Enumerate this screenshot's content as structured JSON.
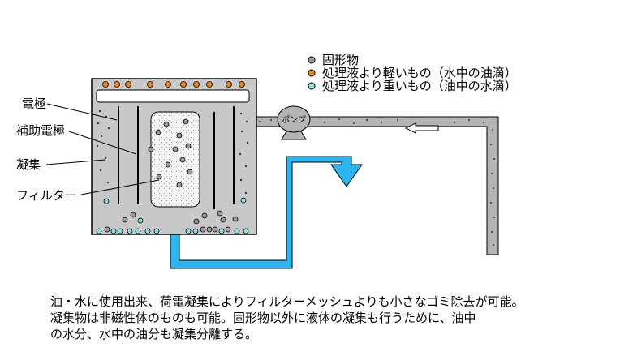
{
  "legend": {
    "items": [
      {
        "label": "固形物",
        "color": "#9a9a9a"
      },
      {
        "label": "処理液より軽いもの（水中の油滴）",
        "color": "#e8891a"
      },
      {
        "label": "処理液より重いもの（油中の水滴）",
        "color": "#8de0e0"
      }
    ]
  },
  "labels": {
    "electrode": "電極",
    "aux_electrode": "補助電極",
    "coagulation": "凝集",
    "filter": "フィルター",
    "pump": "ポンプ"
  },
  "caption": {
    "lines": [
      "油・水に使用出来、荷電凝集によりフィルターメッシュよりも小さなゴミ除去が可能。",
      "凝集物は非磁性体のものも可能。固形物以外に液体の凝集も行うために、油中",
      "の水分、水中の油分も凝集分離する。"
    ]
  },
  "colors": {
    "tank_fill": "#c8c8c8",
    "pipe_gray": "#b4b4b4",
    "pipe_blue": "#29b6f0",
    "light_drop": "#e8891a",
    "heavy_drop": "#8de0e0",
    "solid": "#9a9a9a"
  }
}
